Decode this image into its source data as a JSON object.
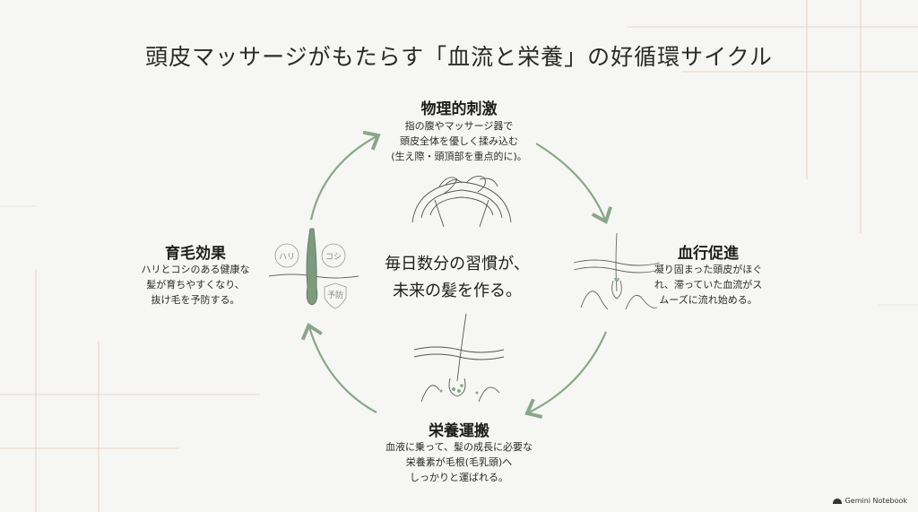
{
  "title": "頭皮マッサージがもたらす「血流と栄養」の好循環サイクル",
  "center": {
    "text": "毎日数分の習慣が、\n未来の髪を作る。"
  },
  "nodes": {
    "top": {
      "title": "物理的刺激",
      "desc": "指の腹やマッサージ器で\n頭皮全体を優しく揉み込む\n(生え際・頭頂部を重点的に)。"
    },
    "right": {
      "title": "血行促進",
      "desc": "凝り固まった頭皮がほぐ\nれ、滞っていた血流がス\nムーズに流れ始める。"
    },
    "bottom": {
      "title": "栄養運搬",
      "desc": "血液に乗って、髪の成長に必要な\n栄養素が毛根(毛乳頭)へ\nしっかりと運ばれる。"
    },
    "left": {
      "title": "育毛効果",
      "desc": "ハリとコシのある健康な\n髪が育ちやすくなり、\n抜け毛を予防する。"
    }
  },
  "hair_labels": {
    "hari": "ハリ",
    "koshi": "コシ",
    "yobou": "予防"
  },
  "brand": {
    "text": "Gemini Notebook"
  },
  "colors": {
    "arrow": "#8aa68a",
    "hair_fill": "#7e9a7e",
    "accent_line": "#d8b9a6"
  }
}
